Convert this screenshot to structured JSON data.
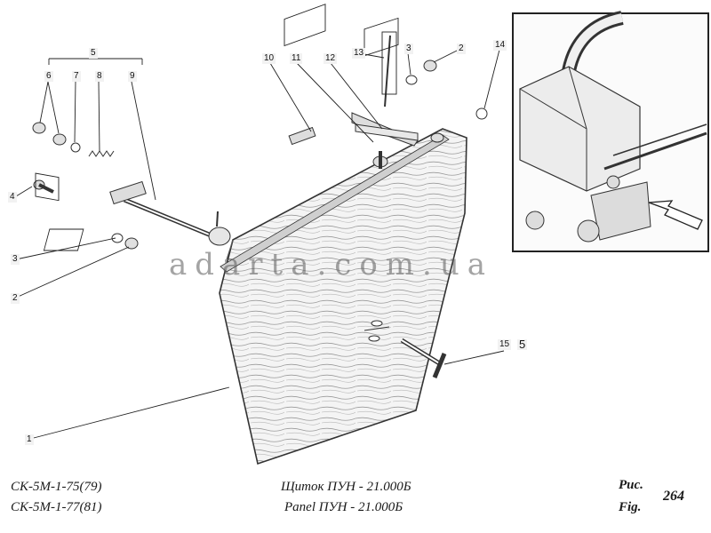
{
  "callouts": [
    {
      "id": "c5a",
      "text": "5"
    },
    {
      "id": "c6",
      "text": "6"
    },
    {
      "id": "c7",
      "text": "7"
    },
    {
      "id": "c8",
      "text": "8"
    },
    {
      "id": "c9",
      "text": "9"
    },
    {
      "id": "c4",
      "text": "4"
    },
    {
      "id": "c3a",
      "text": "3"
    },
    {
      "id": "c2a",
      "text": "2"
    },
    {
      "id": "c1",
      "text": "1"
    },
    {
      "id": "c10",
      "text": "10"
    },
    {
      "id": "c11",
      "text": "11"
    },
    {
      "id": "c12",
      "text": "12"
    },
    {
      "id": "c13",
      "text": "13"
    },
    {
      "id": "c3b",
      "text": "3"
    },
    {
      "id": "c2b",
      "text": "2"
    },
    {
      "id": "c14",
      "text": "14"
    },
    {
      "id": "c15",
      "text": "15"
    },
    {
      "id": "c5b",
      "text": "5"
    }
  ],
  "watermark": "adarta.com.ua",
  "footer": {
    "model_line_1": "СК-5М-1-75(79)",
    "model_line_2": "СК-5М-1-77(81)",
    "title_ru": "Щиток ПУН - 21.000Б",
    "title_en": "Panel  ПУН - 21.000Б",
    "ris": "Рис.",
    "fig": "Fig.",
    "figure_number": "264"
  }
}
